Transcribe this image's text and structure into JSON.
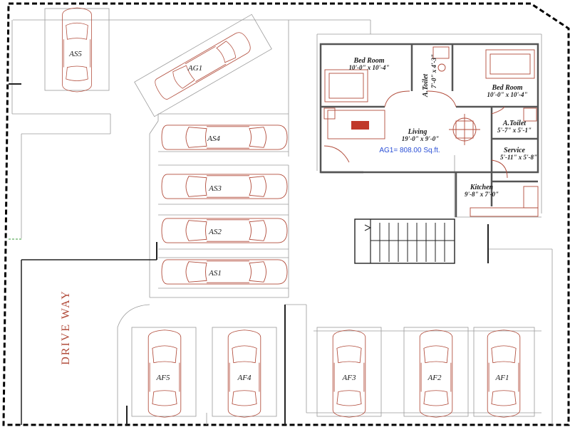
{
  "plan": {
    "drive_way": "DRIVE WAY",
    "area_note": "AG1= 808.00 Sq.ft.",
    "rooms": {
      "bed1": {
        "name": "Bed Room",
        "dim": "10'-0\" x 10'-4\""
      },
      "toilet1": {
        "name": "A.Toilet",
        "dim": "7'-0\" x 4'-3\""
      },
      "bed2": {
        "name": "Bed Room",
        "dim": "10'-0\" x 10'-4\""
      },
      "living": {
        "name": "Living",
        "dim": "19'-0\" x 9'-0\""
      },
      "toilet2": {
        "name": "A.Toilet",
        "dim": "5'-7\" x 5'-1\""
      },
      "service": {
        "name": "Service",
        "dim": "5'-11\" x 5'-8\""
      },
      "kitchen": {
        "name": "Kitchen",
        "dim": "9'-8\" x 7'-0\""
      }
    },
    "parking": {
      "as5": "AS5",
      "ag1": "AG1",
      "as4": "AS4",
      "as3": "AS3",
      "as2": "AS2",
      "as1": "AS1",
      "af5": "AF5",
      "af4": "AF4",
      "af3": "AF3",
      "af2": "AF2",
      "af1": "AF1"
    }
  }
}
